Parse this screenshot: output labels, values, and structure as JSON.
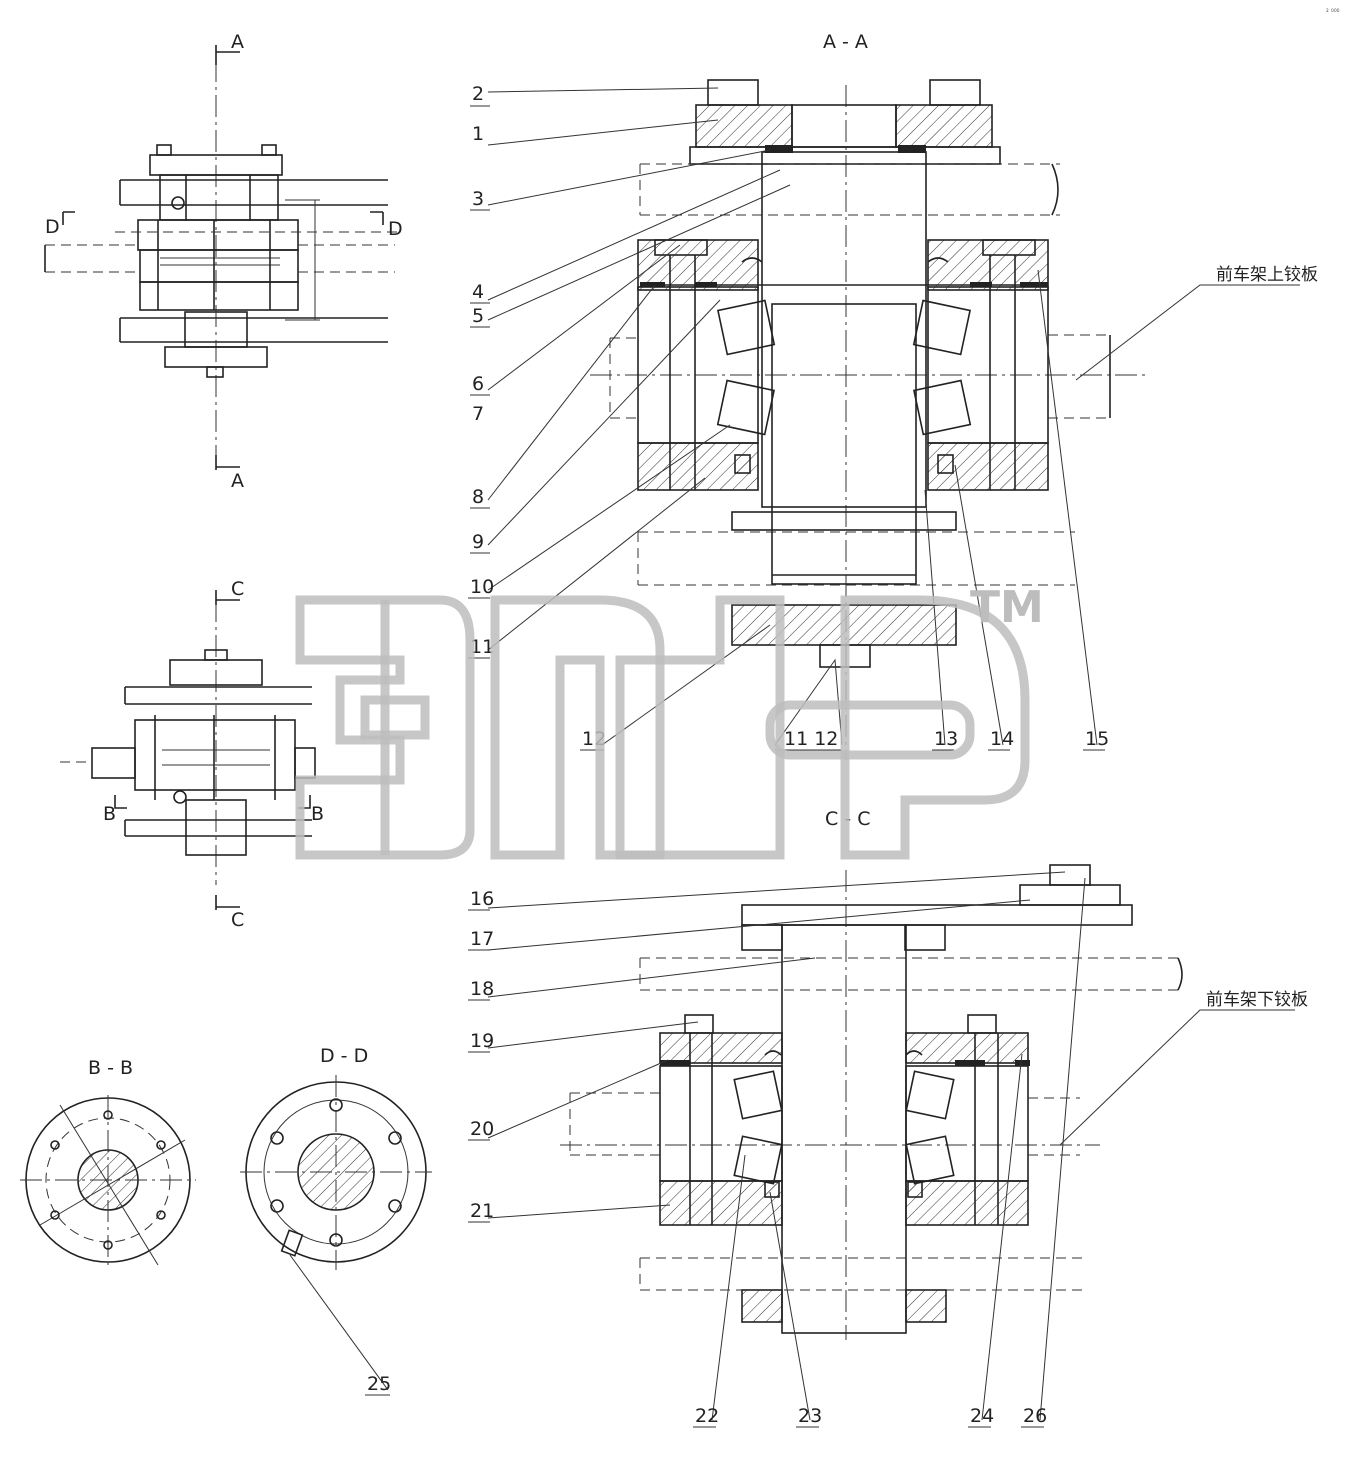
{
  "section_titles": {
    "aa": "A - A",
    "cc": "C - C",
    "bb": "B - B",
    "dd": "D - D"
  },
  "section_marks": {
    "a": "A",
    "c": "C",
    "d": "D",
    "b": "B"
  },
  "part_numbers": [
    "1",
    "2",
    "3",
    "4",
    "5",
    "6",
    "7",
    "8",
    "9",
    "10",
    "11",
    "12",
    "13",
    "14",
    "15",
    "16",
    "17",
    "18",
    "19",
    "20",
    "21",
    "22",
    "23",
    "24",
    "25",
    "26"
  ],
  "combined_callout": "11 12",
  "frame_labels": {
    "upper": "前车架上铰板",
    "lower": "前车架下铰板"
  },
  "watermark": {
    "trademark": "TM"
  },
  "corner_mark": "₂ ₀₀₀"
}
